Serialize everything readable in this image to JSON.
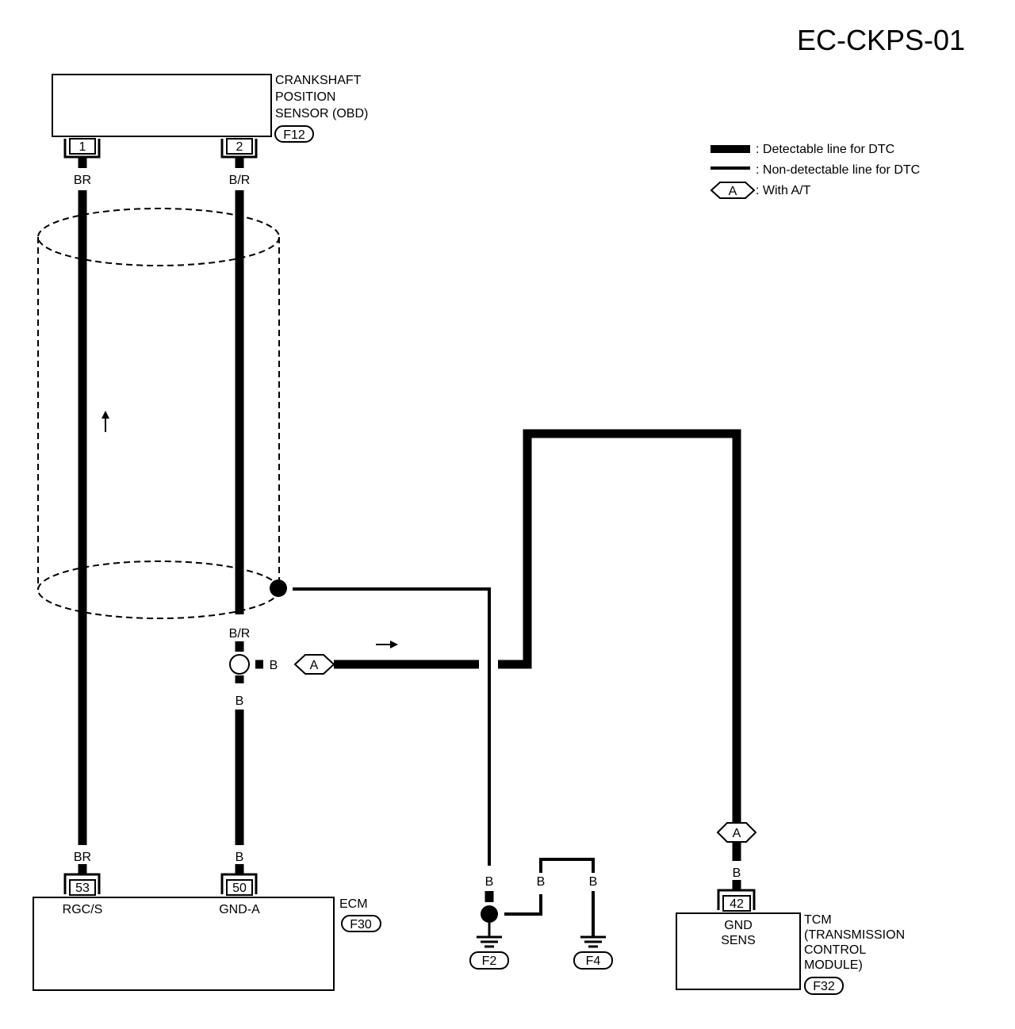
{
  "page_id": "EC-CKPS-01",
  "legend": {
    "detectable": ": Detectable line for DTC",
    "non_detectable": ": Non-detectable line for DTC",
    "at_symbol": "A",
    "at_text": ": With A/T"
  },
  "sensor": {
    "name_lines": [
      "CRANKSHAFT",
      "POSITION",
      "SENSOR (OBD)"
    ],
    "connector": "F12",
    "pins": [
      "1",
      "2"
    ],
    "wire_colors": [
      "BR",
      "B/R"
    ]
  },
  "ecm": {
    "name": "ECM",
    "connector": "F30",
    "pins": [
      "53",
      "50"
    ],
    "pin_labels": [
      "RGC/S",
      "GND-A"
    ],
    "wire_colors": [
      "BR",
      "B"
    ]
  },
  "tcm": {
    "name_lines": [
      "TCM",
      "(TRANSMISSION",
      "CONTROL",
      "MODULE)"
    ],
    "connector": "F32",
    "pin": "42",
    "pin_label_lines": [
      "GND",
      "SENS"
    ],
    "wire_color": "B"
  },
  "junction": {
    "upper_color": "B/R",
    "right_color": "B",
    "lower_color": "B",
    "at_marker": "A"
  },
  "grounds": {
    "colors": [
      "B",
      "B",
      "B"
    ],
    "connectors": [
      "F2",
      "F4"
    ]
  },
  "tcm_at_marker": "A"
}
